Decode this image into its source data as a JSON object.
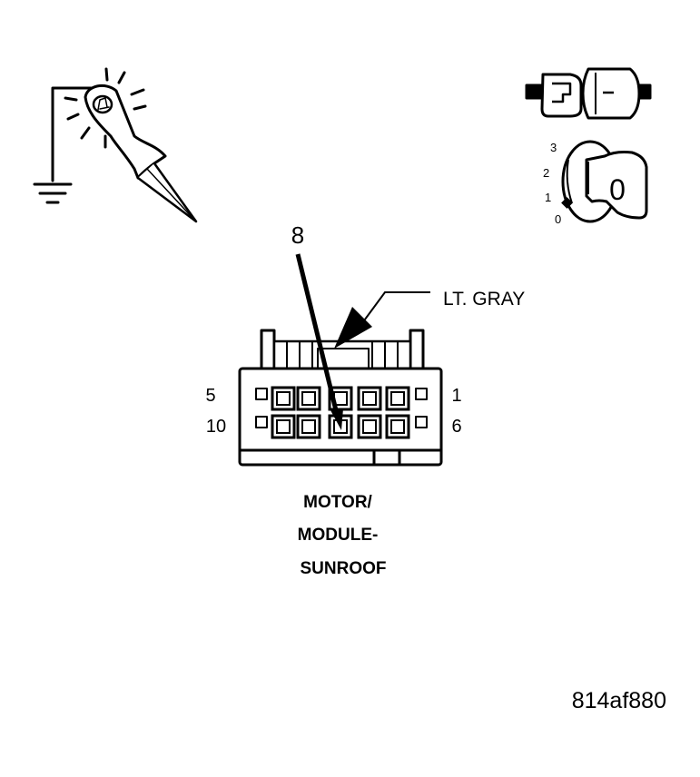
{
  "callout": {
    "pin_number": "8"
  },
  "wire_label": "LT. GRAY",
  "connector": {
    "pin_labels": {
      "top_left": "5",
      "bottom_left": "10",
      "top_right": "1",
      "bottom_right": "6"
    }
  },
  "component_name": [
    "MOTOR/",
    "MODULE-",
    "SUNROOF"
  ],
  "ignition_key": {
    "positions": [
      "3",
      "2",
      "1",
      "0"
    ],
    "current_position": "0"
  },
  "figure_id": "814af880",
  "icons": [
    "ground-probe-icon",
    "disconnect-connector-icon",
    "ignition-key-icon"
  ],
  "colors": {
    "ink": "#000000",
    "background": "#ffffff"
  }
}
